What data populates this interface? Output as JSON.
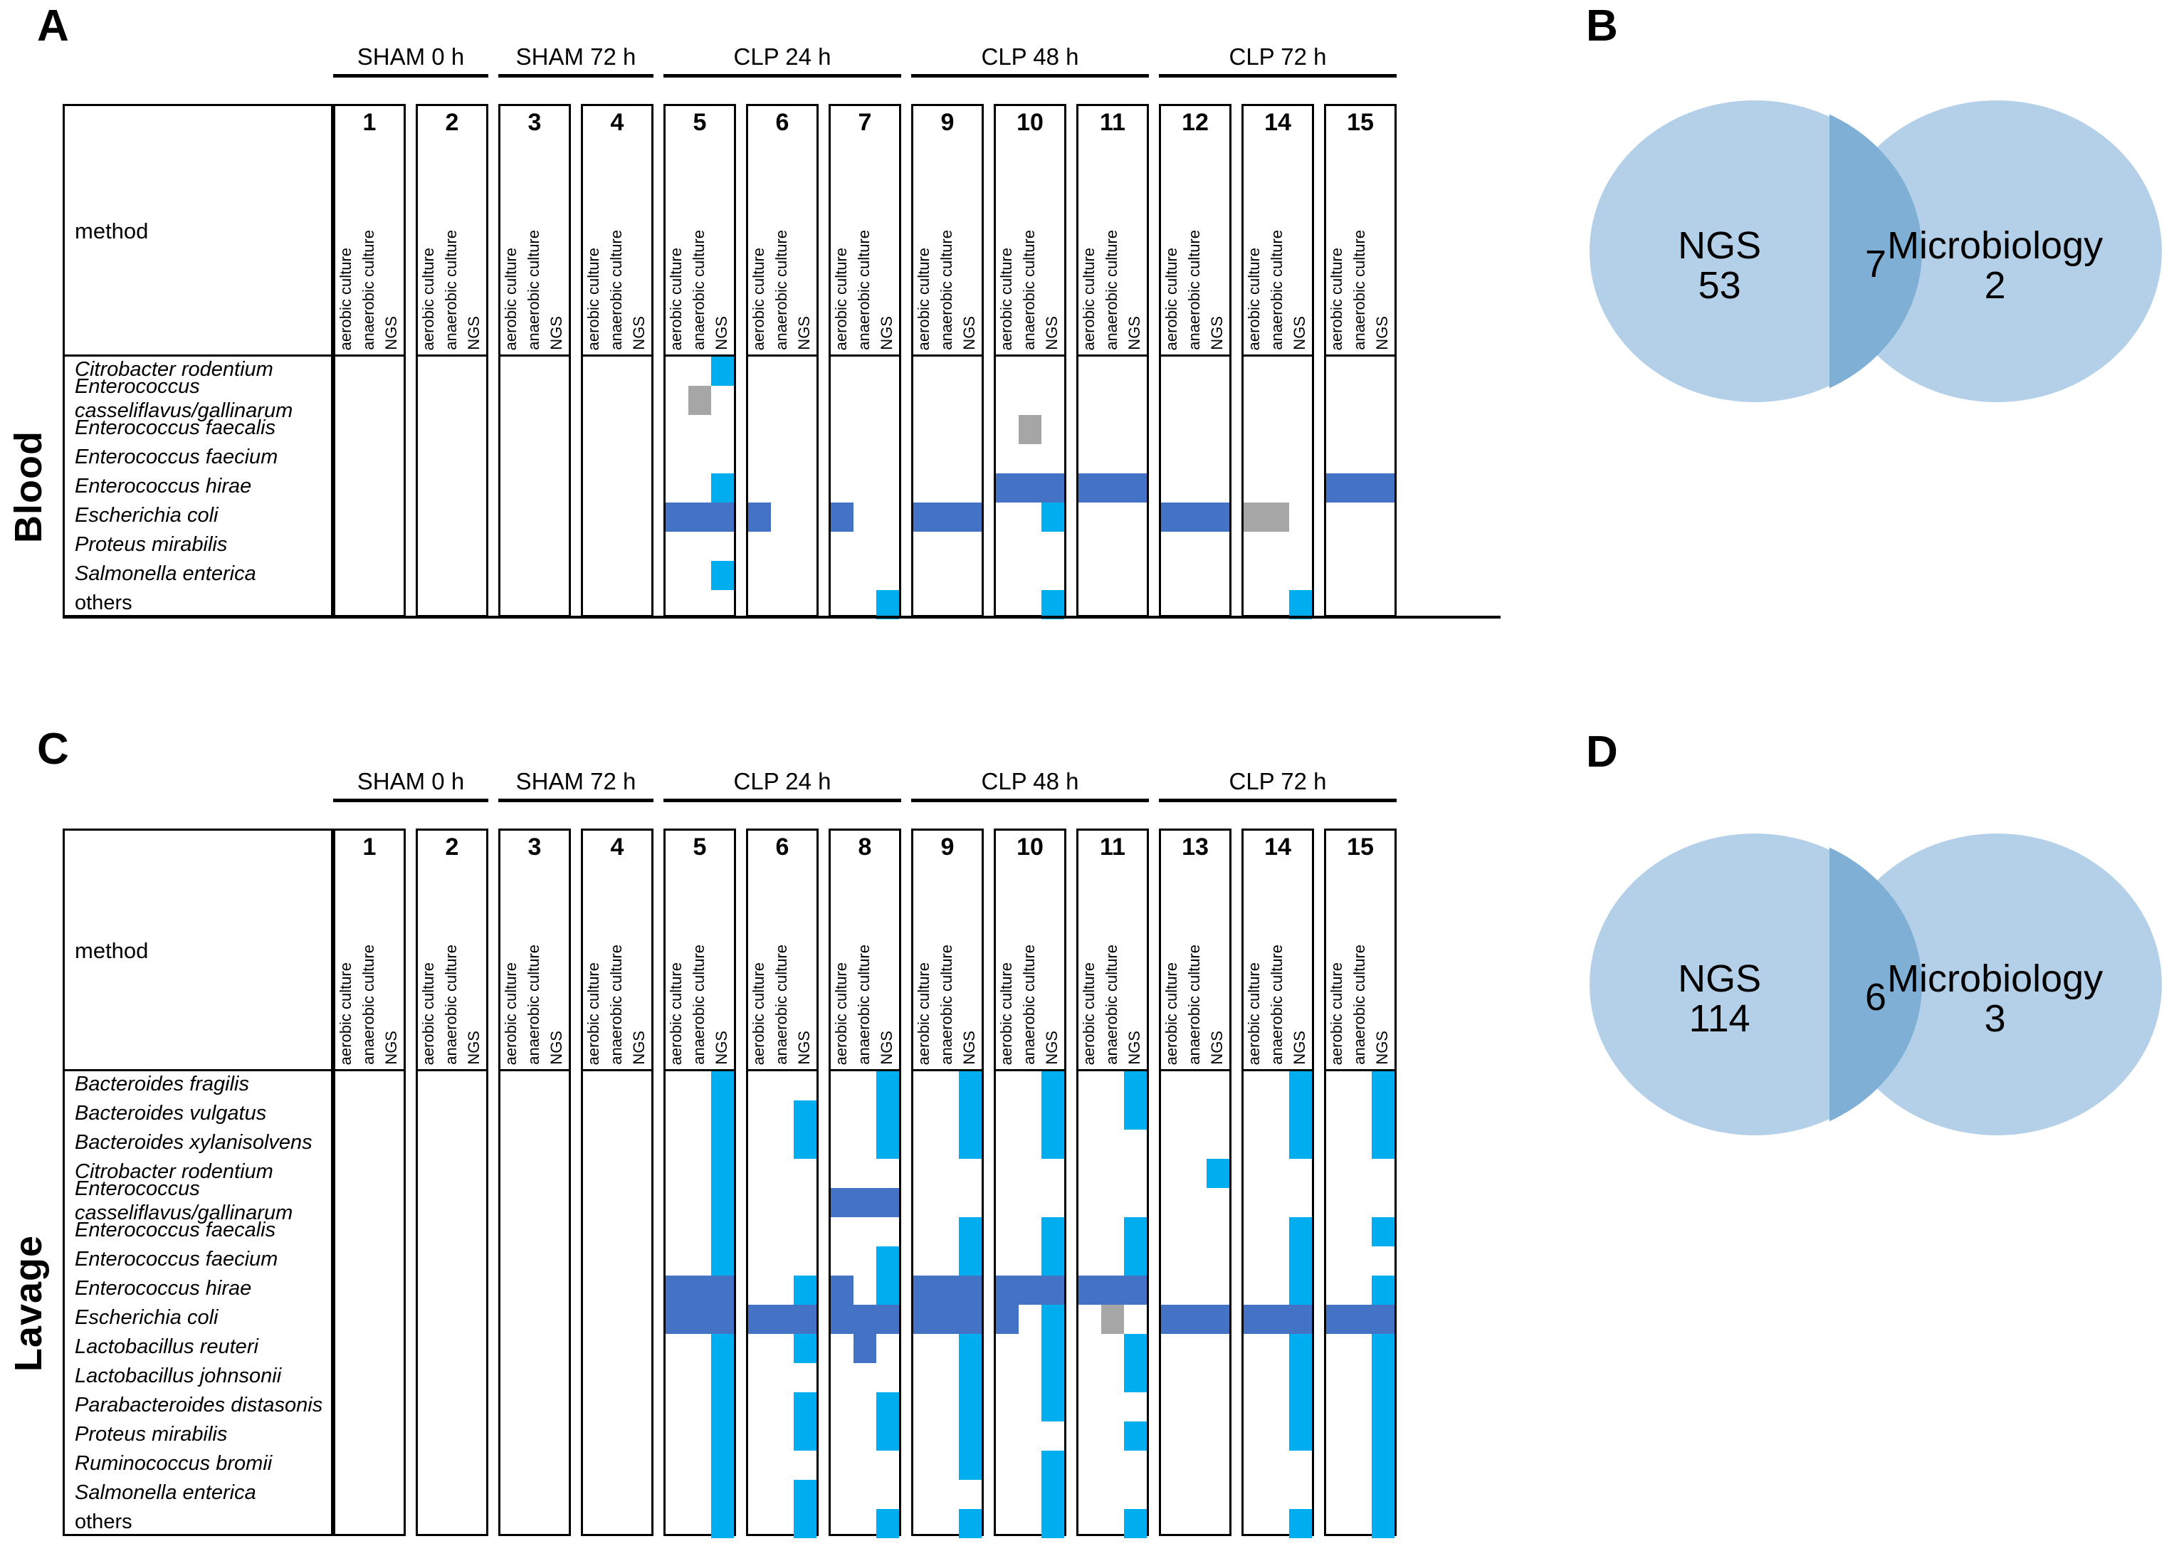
{
  "figure": {
    "panels": [
      "A",
      "B",
      "C",
      "D"
    ]
  },
  "colors": {
    "ngs_light_blue": "#00AEEF",
    "culture_dark_blue": "#4472C4",
    "culture_gray": "#A6A6A6",
    "venn_fill": "#B4D0E9",
    "venn_overlap": "#7FAFD4",
    "grid_black": "#000000",
    "background": "#FFFFFF"
  },
  "panelA": {
    "letter": "A",
    "side_label": "Blood",
    "method_label": "method",
    "method_columns": [
      "aerobic culture",
      "anaerobic culture",
      "NGS"
    ],
    "groups": [
      {
        "label": "SHAM 0 h",
        "animals": [
          "1",
          "2"
        ]
      },
      {
        "label": "SHAM 72 h",
        "animals": [
          "3",
          "4"
        ]
      },
      {
        "label": "CLP 24 h",
        "animals": [
          "5",
          "6",
          "7"
        ]
      },
      {
        "label": "CLP 48 h",
        "animals": [
          "9",
          "10",
          "11"
        ]
      },
      {
        "label": "CLP 72 h",
        "animals": [
          "12",
          "14",
          "15"
        ]
      }
    ],
    "animals": [
      "1",
      "2",
      "3",
      "4",
      "5",
      "6",
      "7",
      "9",
      "10",
      "11",
      "12",
      "14",
      "15"
    ],
    "species": [
      "Citrobacter rodentium",
      "Enterococcus casseliflavus/gallinarum",
      "Enterococcus faecalis",
      "Enterococcus faecium",
      "Enterococcus hirae",
      "Escherichia coli",
      "Proteus mirabilis",
      "Salmonella enterica",
      "others"
    ],
    "species_display": [
      [
        "Citrobacter rodentium"
      ],
      [
        "Enterococcus",
        "casseliflavus/gallinarum"
      ],
      [
        "Enterococcus faecalis"
      ],
      [
        "Enterococcus faecium"
      ],
      [
        "Enterococcus hirae"
      ],
      [
        "Escherichia coli"
      ],
      [
        "Proteus mirabilis"
      ],
      [
        "Salmonella enterica"
      ],
      [
        "others"
      ]
    ],
    "matrix": [
      {
        "animal": "1",
        "cells": {}
      },
      {
        "animal": "2",
        "cells": {}
      },
      {
        "animal": "3",
        "cells": {}
      },
      {
        "animal": "4",
        "cells": {}
      },
      {
        "animal": "5",
        "cells": {
          "Citrobacter rodentium": {
            "NGS": "ngs"
          },
          "Enterococcus casseliflavus/gallinarum": {
            "anaerobic culture": "gray"
          },
          "Enterococcus hirae": {
            "NGS": "ngs"
          },
          "Escherichia coli": {
            "aerobic culture": "dark",
            "anaerobic culture": "dark",
            "NGS": "dark"
          },
          "Salmonella enterica": {
            "NGS": "ngs"
          }
        }
      },
      {
        "animal": "6",
        "cells": {
          "Escherichia coli": {
            "aerobic culture": "dark"
          }
        }
      },
      {
        "animal": "7",
        "cells": {
          "Escherichia coli": {
            "aerobic culture": "dark"
          },
          "others": {
            "NGS": "ngs"
          }
        }
      },
      {
        "animal": "9",
        "cells": {
          "Escherichia coli": {
            "aerobic culture": "dark",
            "anaerobic culture": "dark",
            "NGS": "dark"
          }
        }
      },
      {
        "animal": "10",
        "cells": {
          "Enterococcus faecalis": {
            "anaerobic culture": "gray"
          },
          "Enterococcus hirae": {
            "aerobic culture": "dark",
            "anaerobic culture": "dark",
            "NGS": "dark"
          },
          "Escherichia coli": {
            "NGS": "ngs"
          },
          "others": {
            "NGS": "ngs"
          }
        }
      },
      {
        "animal": "11",
        "cells": {
          "Enterococcus hirae": {
            "aerobic culture": "dark",
            "anaerobic culture": "dark",
            "NGS": "dark"
          }
        }
      },
      {
        "animal": "12",
        "cells": {
          "Escherichia coli": {
            "aerobic culture": "dark",
            "anaerobic culture": "dark",
            "NGS": "dark"
          }
        }
      },
      {
        "animal": "14",
        "cells": {
          "Escherichia coli": {
            "aerobic culture": "gray",
            "anaerobic culture": "gray"
          },
          "others": {
            "NGS": "ngs"
          }
        }
      },
      {
        "animal": "15",
        "cells": {
          "Enterococcus hirae": {
            "aerobic culture": "dark",
            "anaerobic culture": "dark",
            "NGS": "dark"
          }
        }
      }
    ]
  },
  "panelB": {
    "letter": "B",
    "left_name": "NGS",
    "left_value": "53",
    "overlap_value": "7",
    "right_name": "Microbiology",
    "right_value": "2"
  },
  "panelC": {
    "letter": "C",
    "side_label": "Lavage",
    "method_label": "method",
    "method_columns": [
      "aerobic culture",
      "anaerobic culture",
      "NGS"
    ],
    "groups": [
      {
        "label": "SHAM 0 h",
        "animals": [
          "1",
          "2"
        ]
      },
      {
        "label": "SHAM 72 h",
        "animals": [
          "3",
          "4"
        ]
      },
      {
        "label": "CLP 24 h",
        "animals": [
          "5",
          "6",
          "8"
        ]
      },
      {
        "label": "CLP 48 h",
        "animals": [
          "9",
          "10",
          "11"
        ]
      },
      {
        "label": "CLP 72 h",
        "animals": [
          "13",
          "14",
          "15"
        ]
      }
    ],
    "animals": [
      "1",
      "2",
      "3",
      "4",
      "5",
      "6",
      "8",
      "9",
      "10",
      "11",
      "13",
      "14",
      "15"
    ],
    "species": [
      "Bacteroides fragilis",
      "Bacteroides vulgatus",
      "Bacteroides xylanisolvens",
      "Citrobacter rodentium",
      "Enterococcus casseliflavus/gallinarum",
      "Enterococcus faecalis",
      "Enterococcus faecium",
      "Enterococcus hirae",
      "Escherichia coli",
      "Lactobacillus reuteri",
      "Lactobacillus johnsonii",
      "Parabacteroides distasonis",
      "Proteus mirabilis",
      "Ruminococcus bromii",
      "Salmonella enterica",
      "others"
    ],
    "species_display": [
      [
        "Bacteroides fragilis"
      ],
      [
        "Bacteroides vulgatus"
      ],
      [
        "Bacteroides xylanisolvens"
      ],
      [
        "Citrobacter rodentium"
      ],
      [
        "Enterococcus",
        "casseliflavus/gallinarum"
      ],
      [
        "Enterococcus faecalis"
      ],
      [
        "Enterococcus faecium"
      ],
      [
        "Enterococcus hirae"
      ],
      [
        "Escherichia coli"
      ],
      [
        "Lactobacillus reuteri"
      ],
      [
        "Lactobacillus johnsonii"
      ],
      [
        "Parabacteroides distasonis"
      ],
      [
        "Proteus mirabilis"
      ],
      [
        "Ruminococcus bromii"
      ],
      [
        "Salmonella enterica"
      ],
      [
        "others"
      ]
    ],
    "matrix": [
      {
        "animal": "1",
        "cells": {}
      },
      {
        "animal": "2",
        "cells": {}
      },
      {
        "animal": "3",
        "cells": {}
      },
      {
        "animal": "4",
        "cells": {}
      },
      {
        "animal": "5",
        "cells": {
          "Bacteroides fragilis": {
            "NGS": "ngs"
          },
          "Bacteroides vulgatus": {
            "NGS": "ngs"
          },
          "Bacteroides xylanisolvens": {
            "NGS": "ngs"
          },
          "Citrobacter rodentium": {
            "NGS": "ngs"
          },
          "Enterococcus casseliflavus/gallinarum": {
            "NGS": "ngs"
          },
          "Enterococcus faecalis": {
            "NGS": "ngs"
          },
          "Enterococcus faecium": {
            "NGS": "ngs"
          },
          "Enterococcus hirae": {
            "aerobic culture": "dark",
            "anaerobic culture": "dark",
            "NGS": "dark"
          },
          "Escherichia coli": {
            "aerobic culture": "dark",
            "anaerobic culture": "dark",
            "NGS": "dark"
          },
          "Lactobacillus reuteri": {
            "NGS": "ngs"
          },
          "Lactobacillus johnsonii": {
            "NGS": "ngs"
          },
          "Parabacteroides distasonis": {
            "NGS": "ngs"
          },
          "Proteus mirabilis": {
            "NGS": "ngs"
          },
          "Ruminococcus bromii": {
            "NGS": "ngs"
          },
          "Salmonella enterica": {
            "NGS": "ngs"
          },
          "others": {
            "NGS": "ngs"
          }
        }
      },
      {
        "animal": "6",
        "cells": {
          "Bacteroides vulgatus": {
            "NGS": "ngs"
          },
          "Bacteroides xylanisolvens": {
            "NGS": "ngs"
          },
          "Enterococcus hirae": {
            "NGS": "ngs"
          },
          "Escherichia coli": {
            "aerobic culture": "dark",
            "anaerobic culture": "dark",
            "NGS": "dark"
          },
          "Lactobacillus reuteri": {
            "NGS": "ngs"
          },
          "Parabacteroides distasonis": {
            "NGS": "ngs"
          },
          "Proteus mirabilis": {
            "NGS": "ngs"
          },
          "Salmonella enterica": {
            "NGS": "ngs"
          },
          "others": {
            "NGS": "ngs"
          }
        }
      },
      {
        "animal": "8",
        "cells": {
          "Bacteroides fragilis": {
            "NGS": "ngs"
          },
          "Bacteroides vulgatus": {
            "NGS": "ngs"
          },
          "Bacteroides xylanisolvens": {
            "NGS": "ngs"
          },
          "Enterococcus casseliflavus/gallinarum": {
            "aerobic culture": "dark",
            "anaerobic culture": "dark",
            "NGS": "dark"
          },
          "Enterococcus faecium": {
            "NGS": "ngs"
          },
          "Enterococcus hirae": {
            "aerobic culture": "dark",
            "NGS": "ngs"
          },
          "Escherichia coli": {
            "aerobic culture": "dark",
            "anaerobic culture": "dark",
            "NGS": "dark"
          },
          "Lactobacillus reuteri": {
            "anaerobic culture": "dark"
          },
          "Parabacteroides distasonis": {
            "NGS": "ngs"
          },
          "Proteus mirabilis": {
            "NGS": "ngs"
          },
          "others": {
            "NGS": "ngs"
          }
        }
      },
      {
        "animal": "9",
        "cells": {
          "Bacteroides fragilis": {
            "NGS": "ngs"
          },
          "Bacteroides vulgatus": {
            "NGS": "ngs"
          },
          "Bacteroides xylanisolvens": {
            "NGS": "ngs"
          },
          "Enterococcus faecalis": {
            "NGS": "ngs"
          },
          "Enterococcus faecium": {
            "NGS": "ngs"
          },
          "Enterococcus hirae": {
            "aerobic culture": "dark",
            "anaerobic culture": "dark",
            "NGS": "dark"
          },
          "Escherichia coli": {
            "aerobic culture": "dark",
            "anaerobic culture": "dark",
            "NGS": "dark"
          },
          "Lactobacillus reuteri": {
            "NGS": "ngs"
          },
          "Lactobacillus johnsonii": {
            "NGS": "ngs"
          },
          "Parabacteroides distasonis": {
            "NGS": "ngs"
          },
          "Proteus mirabilis": {
            "NGS": "ngs"
          },
          "Ruminococcus bromii": {
            "NGS": "ngs"
          },
          "others": {
            "NGS": "ngs"
          }
        }
      },
      {
        "animal": "10",
        "cells": {
          "Bacteroides fragilis": {
            "NGS": "ngs"
          },
          "Bacteroides vulgatus": {
            "NGS": "ngs"
          },
          "Bacteroides xylanisolvens": {
            "NGS": "ngs"
          },
          "Enterococcus faecalis": {
            "NGS": "ngs"
          },
          "Enterococcus faecium": {
            "NGS": "ngs"
          },
          "Enterococcus hirae": {
            "aerobic culture": "dark",
            "anaerobic culture": "dark",
            "NGS": "dark"
          },
          "Escherichia coli": {
            "aerobic culture": "dark",
            "NGS": "ngs"
          },
          "Lactobacillus reuteri": {
            "NGS": "ngs"
          },
          "Lactobacillus johnsonii": {
            "NGS": "ngs"
          },
          "Parabacteroides distasonis": {
            "NGS": "ngs"
          },
          "Ruminococcus bromii": {
            "NGS": "ngs"
          },
          "Salmonella enterica": {
            "NGS": "ngs"
          },
          "others": {
            "NGS": "ngs"
          }
        }
      },
      {
        "animal": "11",
        "cells": {
          "Bacteroides fragilis": {
            "NGS": "ngs"
          },
          "Bacteroides vulgatus": {
            "NGS": "ngs"
          },
          "Enterococcus faecalis": {
            "NGS": "ngs"
          },
          "Enterococcus faecium": {
            "NGS": "ngs"
          },
          "Enterococcus hirae": {
            "aerobic culture": "dark",
            "anaerobic culture": "dark",
            "NGS": "dark"
          },
          "Escherichia coli": {
            "anaerobic culture": "gray"
          },
          "Lactobacillus reuteri": {
            "NGS": "ngs"
          },
          "Lactobacillus johnsonii": {
            "NGS": "ngs"
          },
          "Proteus mirabilis": {
            "NGS": "ngs"
          },
          "others": {
            "NGS": "ngs"
          }
        }
      },
      {
        "animal": "13",
        "cells": {
          "Citrobacter rodentium": {
            "NGS": "ngs"
          },
          "Escherichia coli": {
            "aerobic culture": "dark",
            "anaerobic culture": "dark",
            "NGS": "dark"
          }
        }
      },
      {
        "animal": "14",
        "cells": {
          "Bacteroides fragilis": {
            "NGS": "ngs"
          },
          "Bacteroides vulgatus": {
            "NGS": "ngs"
          },
          "Bacteroides xylanisolvens": {
            "NGS": "ngs"
          },
          "Enterococcus faecalis": {
            "NGS": "ngs"
          },
          "Enterococcus faecium": {
            "NGS": "ngs"
          },
          "Enterococcus hirae": {
            "NGS": "ngs"
          },
          "Escherichia coli": {
            "aerobic culture": "dark",
            "anaerobic culture": "dark",
            "NGS": "dark"
          },
          "Lactobacillus reuteri": {
            "NGS": "ngs"
          },
          "Lactobacillus johnsonii": {
            "NGS": "ngs"
          },
          "Parabacteroides distasonis": {
            "NGS": "ngs"
          },
          "Proteus mirabilis": {
            "NGS": "ngs"
          },
          "others": {
            "NGS": "ngs"
          }
        }
      },
      {
        "animal": "15",
        "cells": {
          "Bacteroides fragilis": {
            "NGS": "ngs"
          },
          "Bacteroides vulgatus": {
            "NGS": "ngs"
          },
          "Bacteroides xylanisolvens": {
            "NGS": "ngs"
          },
          "Enterococcus faecalis": {
            "NGS": "ngs"
          },
          "Enterococcus hirae": {
            "NGS": "ngs"
          },
          "Escherichia coli": {
            "aerobic culture": "dark",
            "anaerobic culture": "dark",
            "NGS": "dark"
          },
          "Lactobacillus reuteri": {
            "NGS": "ngs"
          },
          "Lactobacillus johnsonii": {
            "NGS": "ngs"
          },
          "Parabacteroides distasonis": {
            "NGS": "ngs"
          },
          "Proteus mirabilis": {
            "NGS": "ngs"
          },
          "Ruminococcus bromii": {
            "NGS": "ngs"
          },
          "Salmonella enterica": {
            "NGS": "ngs"
          },
          "others": {
            "NGS": "ngs"
          }
        }
      }
    ]
  },
  "panelD": {
    "letter": "D",
    "left_name": "NGS",
    "left_value": "114",
    "overlap_value": "6",
    "right_name": "Microbiology",
    "right_value": "3"
  }
}
